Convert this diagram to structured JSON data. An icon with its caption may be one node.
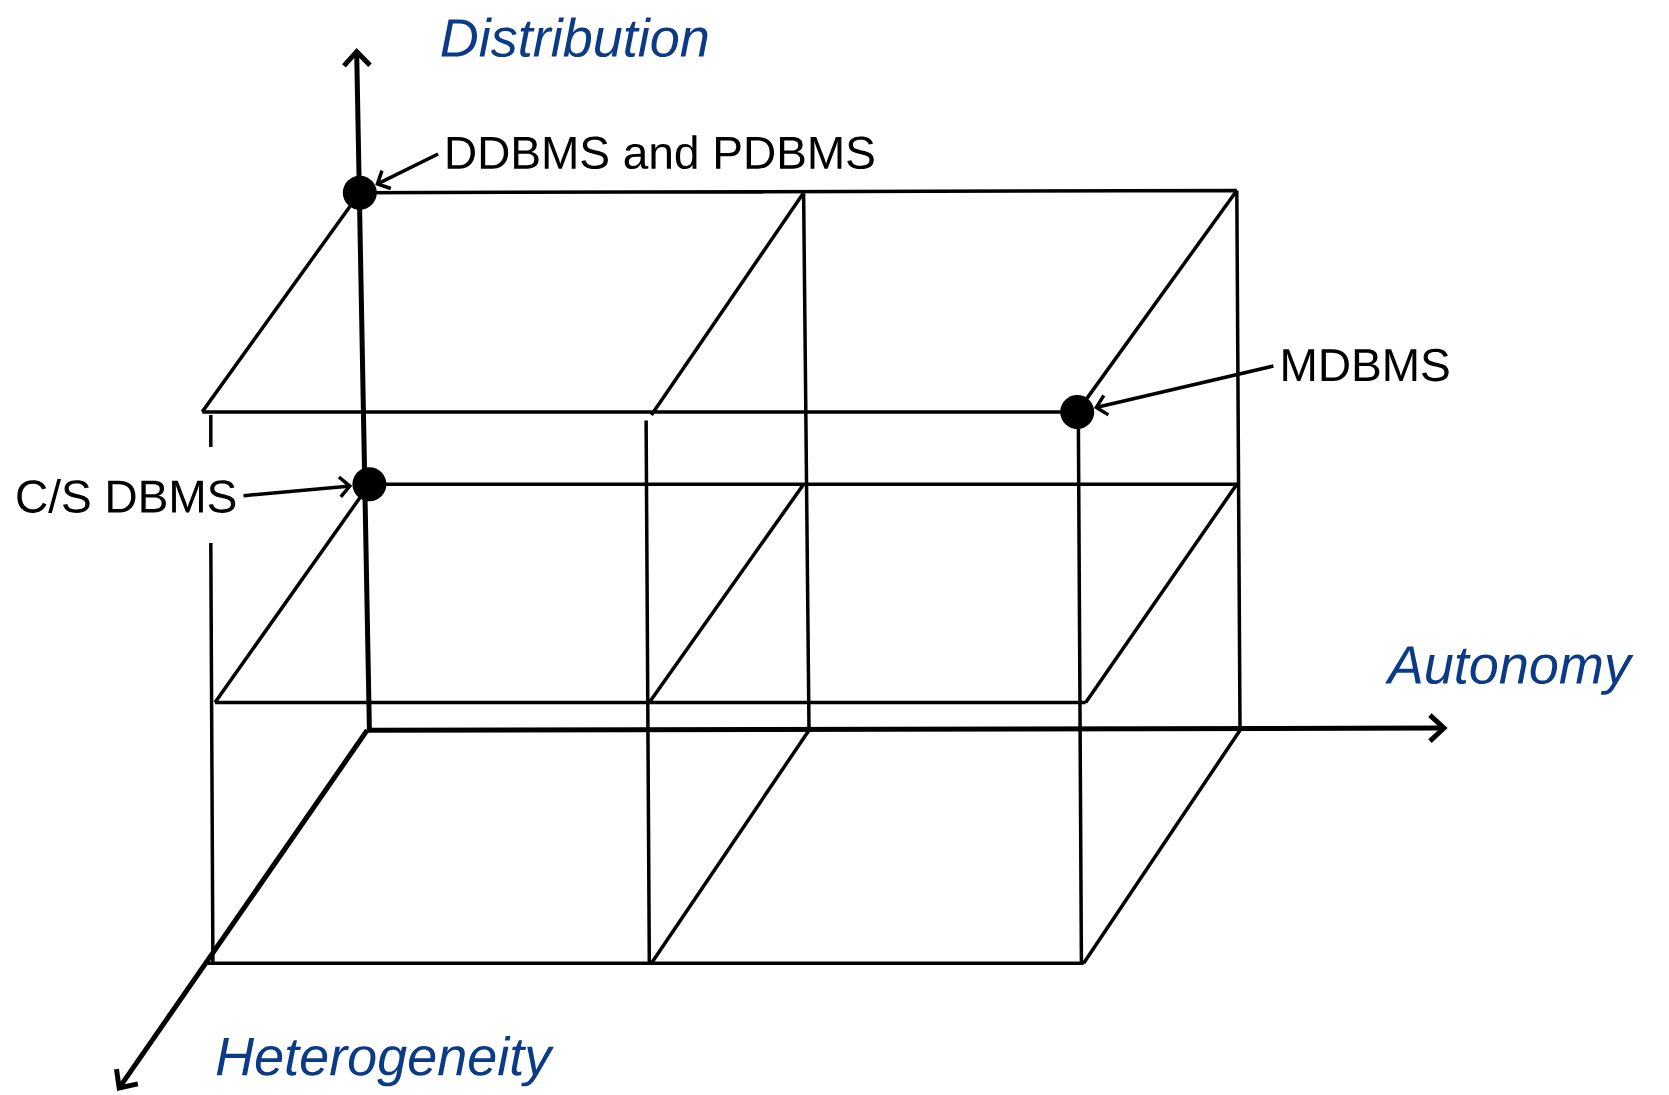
{
  "diagram": {
    "nodes": [
      {
        "text": [
          "DDBMS and PDBMS"
        ]
      },
      {
        "text": [],
        "shape": "circle"
      },
      {
        "text": [
          "MDBMS"
        ]
      },
      {
        "text": [],
        "shape": "circle"
      },
      {
        "text": [
          "C/S DBMS"
        ]
      },
      {
        "text": [],
        "shape": "circle"
      }
    ],
    "edges": [
      {
        "from": 0,
        "to": 1,
        "arrow": "to"
      },
      {
        "from": 2,
        "to": 3,
        "arrow": "to"
      },
      {
        "from": 4,
        "to": 5,
        "arrow": "to"
      }
    ],
    "labels": [
      "Distribution",
      "Autonomy",
      "Heterogeneity"
    ]
  }
}
